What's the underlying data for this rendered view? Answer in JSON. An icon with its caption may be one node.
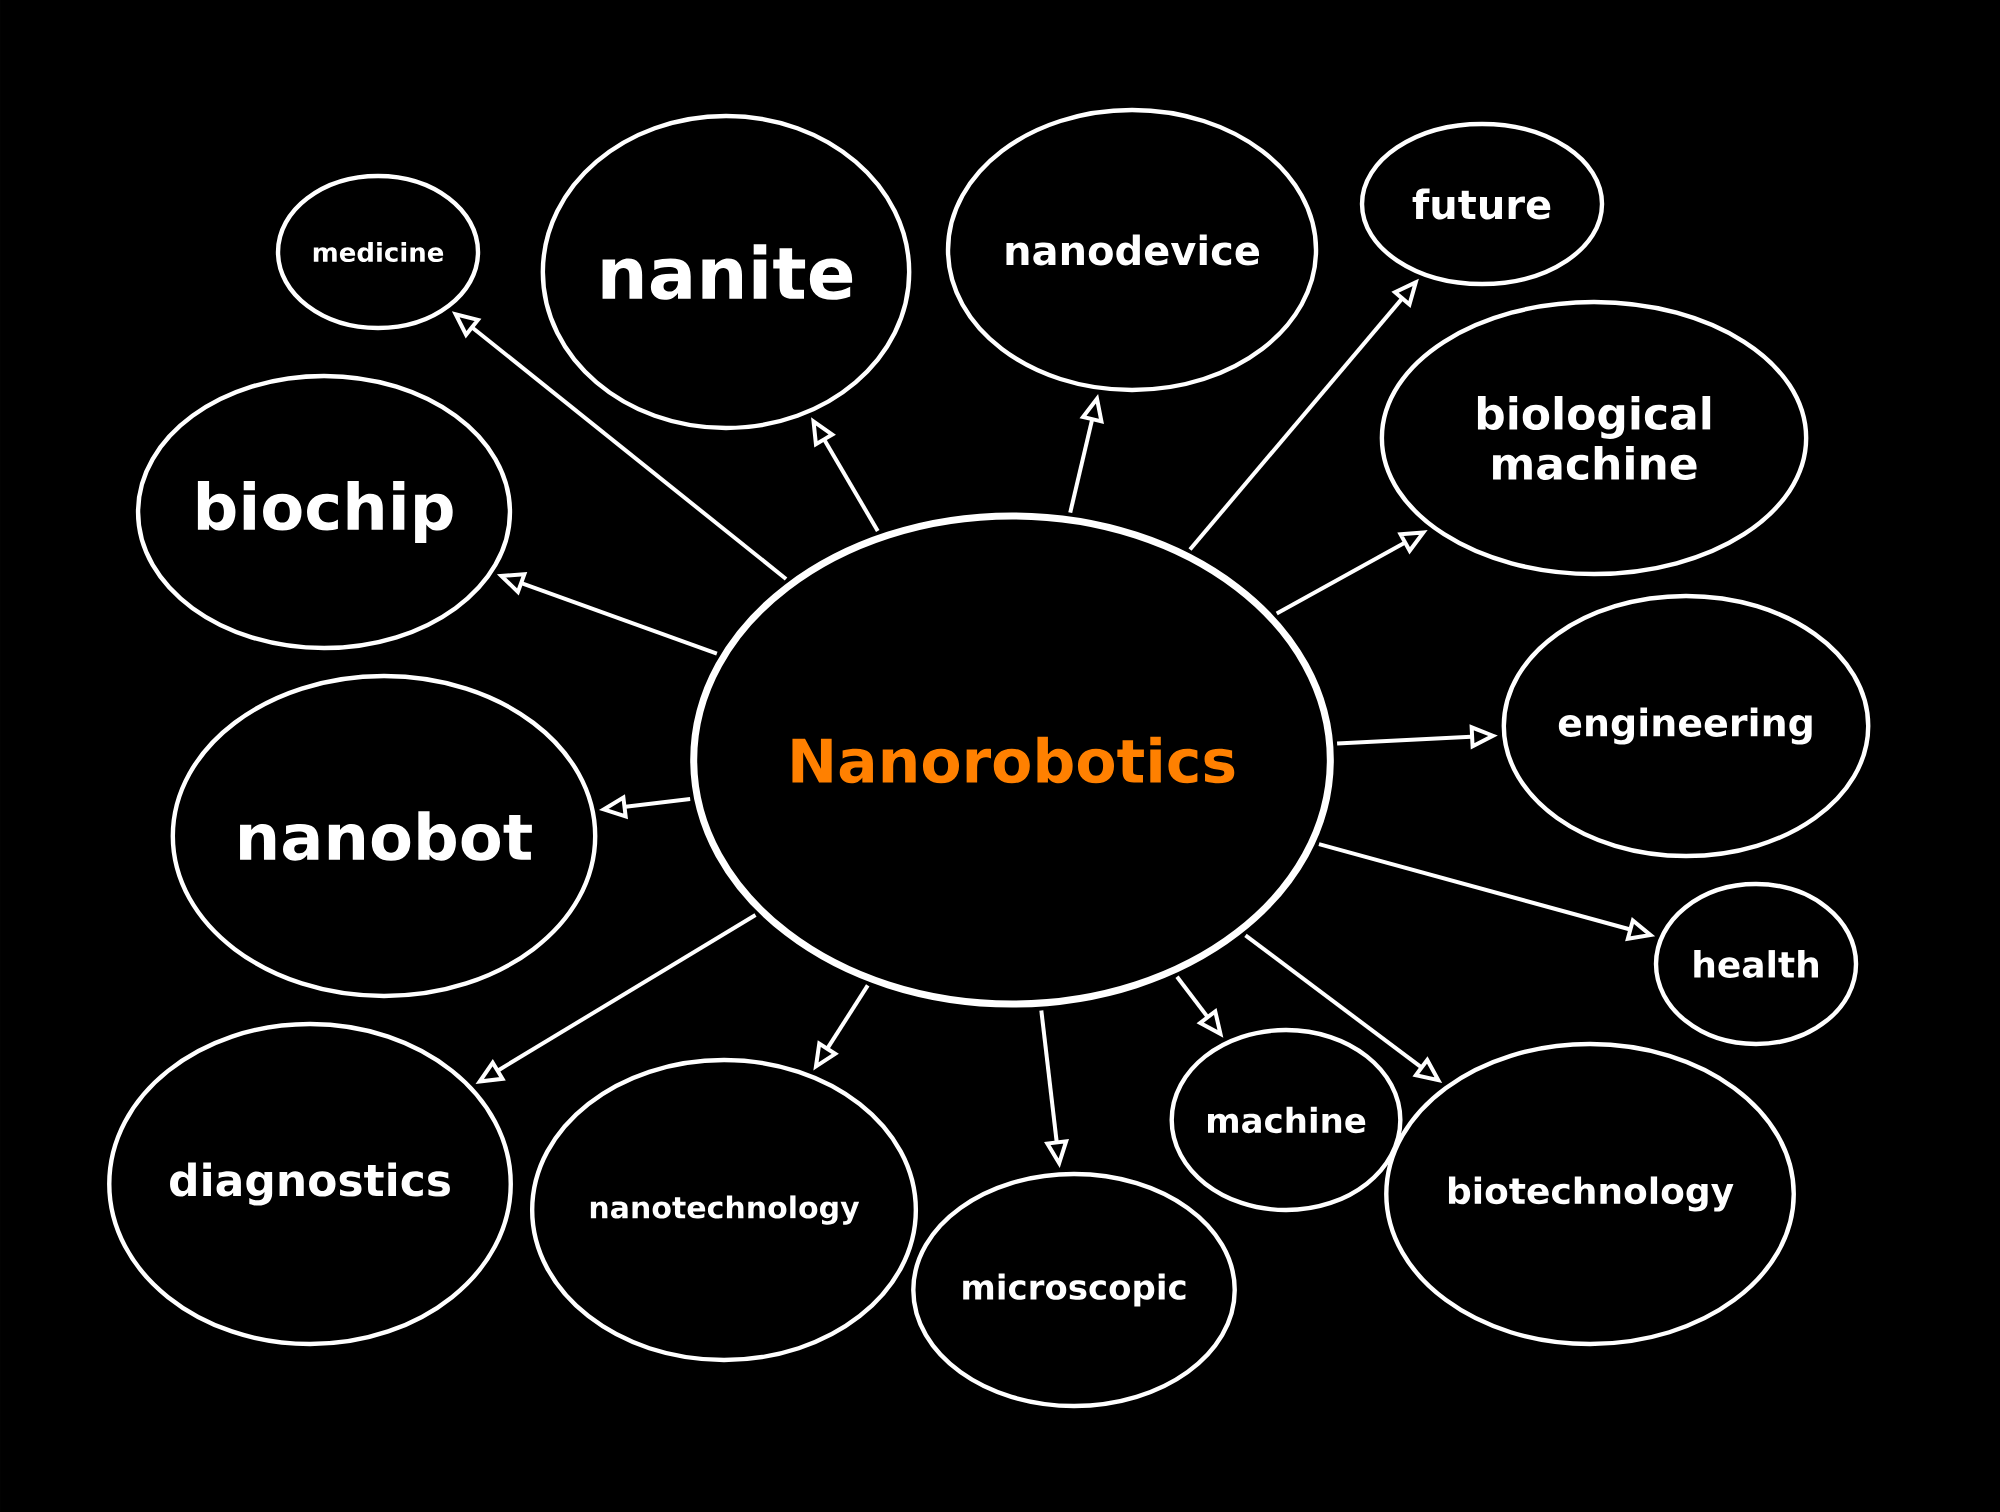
{
  "diagram": {
    "nodes": [
      {
        "text": [
          "Nanorobotics"
        ]
      },
      {
        "text": [
          "medicine"
        ]
      },
      {
        "text": [
          "nanite"
        ]
      },
      {
        "text": [
          "nanodevice"
        ]
      },
      {
        "text": [
          "future"
        ]
      },
      {
        "text": [
          "biochip"
        ]
      },
      {
        "text": [
          "biological machine"
        ]
      },
      {
        "text": [
          "engineering"
        ]
      },
      {
        "text": [
          "nanobot"
        ]
      },
      {
        "text": [
          "health"
        ]
      },
      {
        "text": [
          "diagnostics"
        ]
      },
      {
        "text": [
          "nanotechnology"
        ]
      },
      {
        "text": [
          "microscopic"
        ]
      },
      {
        "text": [
          "machine"
        ]
      },
      {
        "text": [
          "biotechnology"
        ]
      }
    ],
    "edges": [
      {
        "from": 0,
        "to": 1,
        "arrow": "to"
      },
      {
        "from": 0,
        "to": 2,
        "arrow": "to"
      },
      {
        "from": 0,
        "to": 3,
        "arrow": "to"
      },
      {
        "from": 0,
        "to": 4,
        "arrow": "to"
      },
      {
        "from": 0,
        "to": 5,
        "arrow": "to"
      },
      {
        "from": 0,
        "to": 6,
        "arrow": "to"
      },
      {
        "from": 0,
        "to": 7,
        "arrow": "to"
      },
      {
        "from": 0,
        "to": 8,
        "arrow": "to"
      },
      {
        "from": 0,
        "to": 9,
        "arrow": "to"
      },
      {
        "from": 0,
        "to": 10,
        "arrow": "to"
      },
      {
        "from": 0,
        "to": 11,
        "arrow": "to"
      },
      {
        "from": 0,
        "to": 12,
        "arrow": "to"
      },
      {
        "from": 0,
        "to": 13,
        "arrow": "to"
      },
      {
        "from": 0,
        "to": 14,
        "arrow": "to"
      }
    ]
  }
}
